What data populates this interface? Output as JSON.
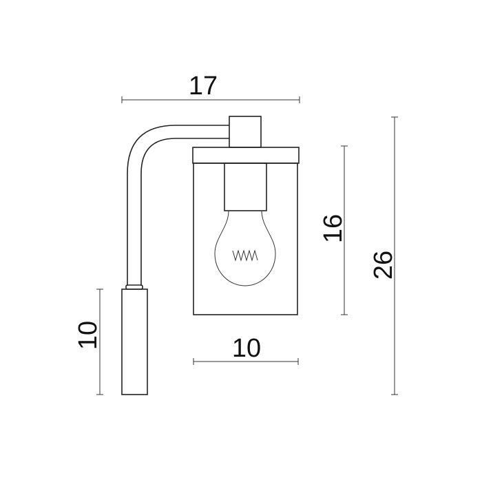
{
  "dimensions": {
    "total_width": "17",
    "shade_height": "16",
    "total_height": "26",
    "backplate_height": "10",
    "shade_width": "10"
  }
}
